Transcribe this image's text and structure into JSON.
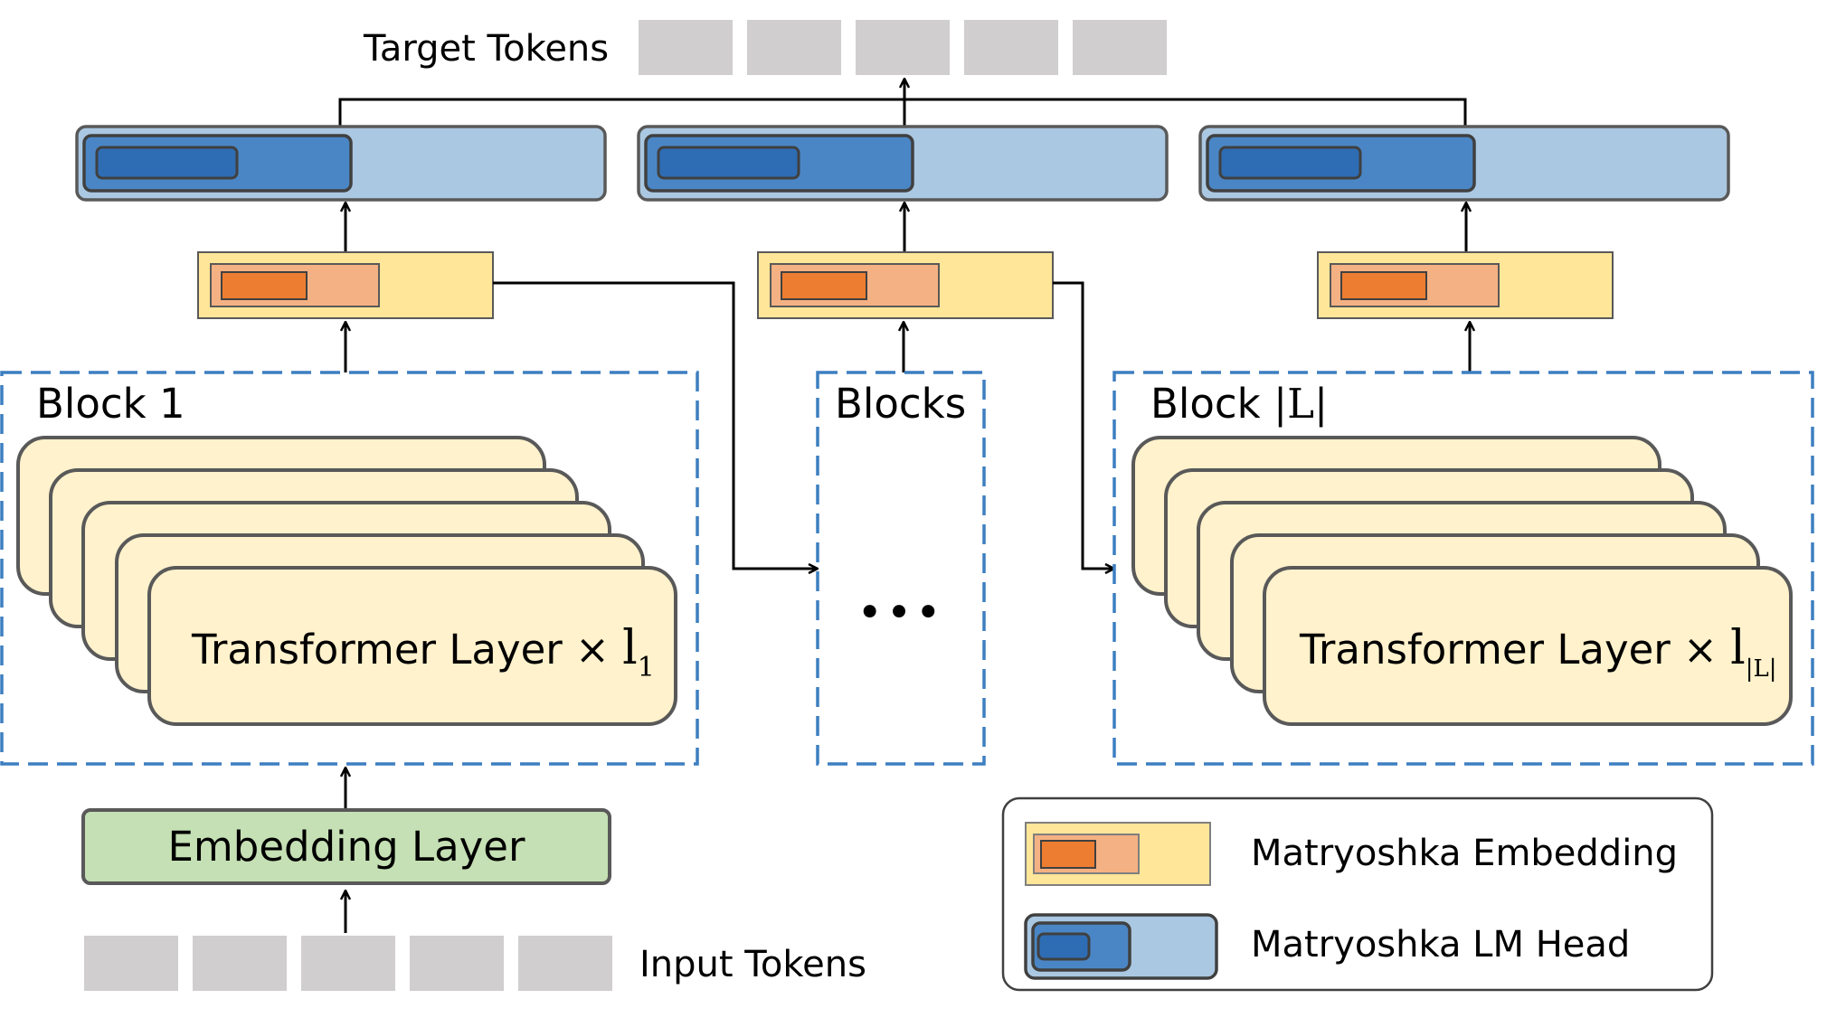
{
  "labels": {
    "target_tokens": "Target Tokens",
    "input_tokens": "Input Tokens",
    "embedding_layer": "Embedding Layer",
    "block_first": "Block 1",
    "block_middle": "Blocks",
    "block_last_prefix": "Block ",
    "block_last_symbol": "|L|",
    "ellipsis": "•••",
    "transformer_text": "Transformer Layer × ",
    "layer_count_symbol": "l",
    "sub_first": "1",
    "sub_last": "|L|"
  },
  "legend": {
    "embedding_label": "Matryoshka Embedding",
    "lm_head_label": "Matryoshka LM Head"
  },
  "colors": {
    "token_gray": "#d0cece",
    "embed_outer": "#ffe699",
    "embed_mid": "#f4b183",
    "embed_inner": "#ed7d31",
    "head_outer": "#abc8e2",
    "head_mid": "#4a86c5",
    "head_inner": "#2e6db4",
    "embedding_layer_fill": "#c5e0b4",
    "transformer_fill": "#fff2cc",
    "block_border": "#3d7fc1",
    "stroke": "#595959"
  }
}
